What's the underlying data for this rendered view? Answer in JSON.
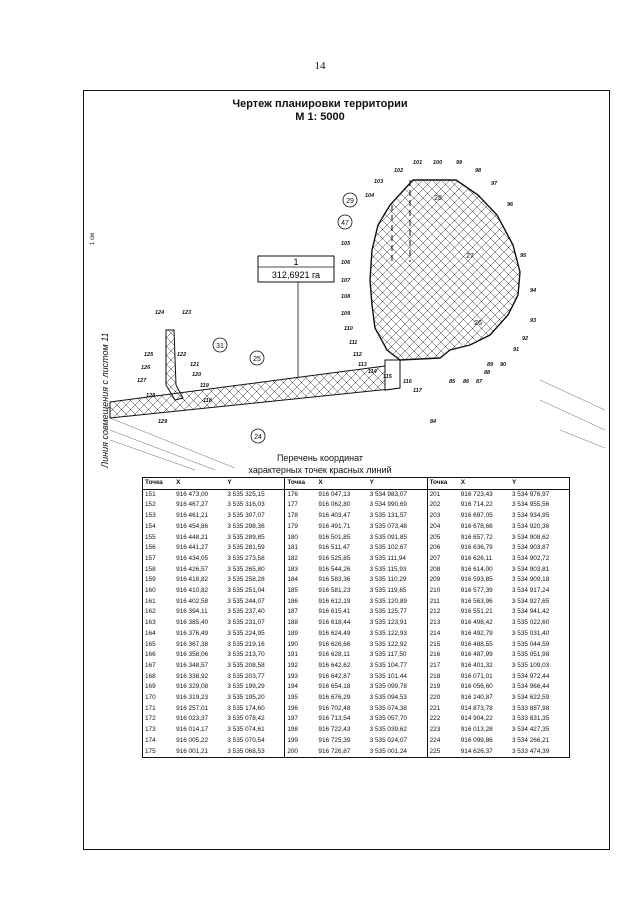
{
  "page_number": "14",
  "map": {
    "title": "Чертеж планировки территории",
    "scale": "М 1: 5000",
    "side_label": "Линия совмещения с листом 11",
    "side_mark": "1 см",
    "area_box": {
      "id": "1",
      "value": "312,6921 га"
    },
    "zones": [
      "25",
      "24",
      "26",
      "27",
      "28",
      "29",
      "31",
      "47"
    ],
    "points": [
      "124",
      "123",
      "122",
      "125",
      "121",
      "126",
      "120",
      "127",
      "119",
      "128",
      "118",
      "129",
      "101",
      "100",
      "99",
      "98",
      "97",
      "96",
      "95",
      "94",
      "93",
      "92",
      "91",
      "90",
      "89",
      "88",
      "87",
      "86",
      "85",
      "84",
      "102",
      "103",
      "104",
      "105",
      "106",
      "107",
      "108",
      "109",
      "110",
      "111",
      "112",
      "113",
      "114",
      "115",
      "116",
      "117"
    ]
  },
  "table": {
    "title_line1": "Перечень координат",
    "title_line2": "характерных точек красных линий",
    "headers": [
      "Точка",
      "X",
      "Y",
      "Точка",
      "X",
      "Y",
      "Точка",
      "X",
      "Y"
    ],
    "rows": [
      [
        "151",
        "916 473,00",
        "3 535 325,15",
        "176",
        "916 047,13",
        "3 534 983,07",
        "201",
        "916 723,43",
        "3 534 976,97"
      ],
      [
        "152",
        "916 467,27",
        "3 535 316,03",
        "177",
        "916 062,80",
        "3 534 990,69",
        "202",
        "916 714,22",
        "3 534 955,56"
      ],
      [
        "153",
        "916 461,21",
        "3 535 307,07",
        "178",
        "916 403,47",
        "3 535 131,57",
        "203",
        "916 697,05",
        "3 534 934,95"
      ],
      [
        "154",
        "916 454,86",
        "3 535 298,36",
        "179",
        "916 491,71",
        "3 535 073,48",
        "204",
        "916 678,66",
        "3 534 920,36"
      ],
      [
        "155",
        "916 448,21",
        "3 535 289,85",
        "180",
        "916 501,85",
        "3 535 091,85",
        "205",
        "916 657,72",
        "3 534 908,62"
      ],
      [
        "156",
        "916 441,27",
        "3 535 281,59",
        "181",
        "916 511,47",
        "3 535 102,67",
        "206",
        "916 636,79",
        "3 534 903,87"
      ],
      [
        "157",
        "916 434,05",
        "3 535 273,58",
        "182",
        "916 525,85",
        "3 535 111,94",
        "207",
        "916 626,11",
        "3 534 902,72"
      ],
      [
        "158",
        "916 426,57",
        "3 535 265,80",
        "183",
        "916 544,26",
        "3 535 115,93",
        "208",
        "916 614,00",
        "3 534 903,81"
      ],
      [
        "159",
        "916 418,82",
        "3 535 258,28",
        "184",
        "916 583,36",
        "3 535 110,29",
        "209",
        "916 593,85",
        "3 534 909,18"
      ],
      [
        "160",
        "916 410,82",
        "3 535 251,04",
        "185",
        "916 581,23",
        "3 535 119,65",
        "210",
        "916 577,39",
        "3 534 917,24"
      ],
      [
        "161",
        "916 402,58",
        "3 535 244,07",
        "186",
        "916 612,19",
        "3 535 120,89",
        "211",
        "916 563,96",
        "3 534 927,65"
      ],
      [
        "162",
        "916 394,11",
        "3 535 237,40",
        "187",
        "916 615,41",
        "3 535 125,77",
        "212",
        "916 551,21",
        "3 534 941,42"
      ],
      [
        "163",
        "916 385,40",
        "3 535 231,07",
        "188",
        "916 618,44",
        "3 535 123,91",
        "213",
        "916 498,42",
        "3 535 022,60"
      ],
      [
        "164",
        "916 376,49",
        "3 535 224,95",
        "189",
        "916 624,49",
        "3 535 122,93",
        "214",
        "916 492,79",
        "3 535 031,40"
      ],
      [
        "165",
        "916 367,38",
        "3 535 219,16",
        "190",
        "916 626,66",
        "3 535 122,92",
        "215",
        "916 488,55",
        "3 535 044,59"
      ],
      [
        "166",
        "916 358,06",
        "3 535 213,70",
        "191",
        "916 628,11",
        "3 535 117,50",
        "216",
        "916 487,99",
        "3 535 051,98"
      ],
      [
        "167",
        "916 348,57",
        "3 535 208,58",
        "192",
        "916 642,62",
        "3 535 104,77",
        "217",
        "916 401,32",
        "3 535 109,03"
      ],
      [
        "168",
        "916 338,92",
        "3 535 203,77",
        "193",
        "916 642,87",
        "3 535 101,44",
        "218",
        "916 071,01",
        "3 534 972,44"
      ],
      [
        "169",
        "916 329,08",
        "3 535 199,29",
        "194",
        "916 654,18",
        "3 535 099,78",
        "219",
        "916 056,60",
        "3 534 966,44"
      ],
      [
        "170",
        "916 319,23",
        "3 535 195,20",
        "195",
        "916 676,29",
        "3 535 094,53",
        "220",
        "916 240,87",
        "3 534 622,59"
      ],
      [
        "171",
        "916 257,01",
        "3 535 174,60",
        "196",
        "916 702,48",
        "3 535 074,38",
        "221",
        "914 873,78",
        "3 533 887,98"
      ],
      [
        "172",
        "916 023,37",
        "3 535 078,42",
        "197",
        "916 713,54",
        "3 535 057,70",
        "222",
        "914 904,22",
        "3 533 831,35"
      ],
      [
        "173",
        "916 014,17",
        "3 535 074,61",
        "198",
        "916 722,43",
        "3 535 039,62",
        "223",
        "916 013,28",
        "3 534 427,35"
      ],
      [
        "174",
        "916 005,22",
        "3 535 070,54",
        "199",
        "916 725,39",
        "3 535 024,07",
        "224",
        "916 099,86",
        "3 534 266,21"
      ],
      [
        "175",
        "916 001,21",
        "3 535 068,53",
        "200",
        "916 726,87",
        "3 535 001,24",
        "225",
        "914 626,37",
        "3 533 474,39"
      ]
    ]
  },
  "colors": {
    "ink": "#111111",
    "paper": "#ffffff"
  }
}
